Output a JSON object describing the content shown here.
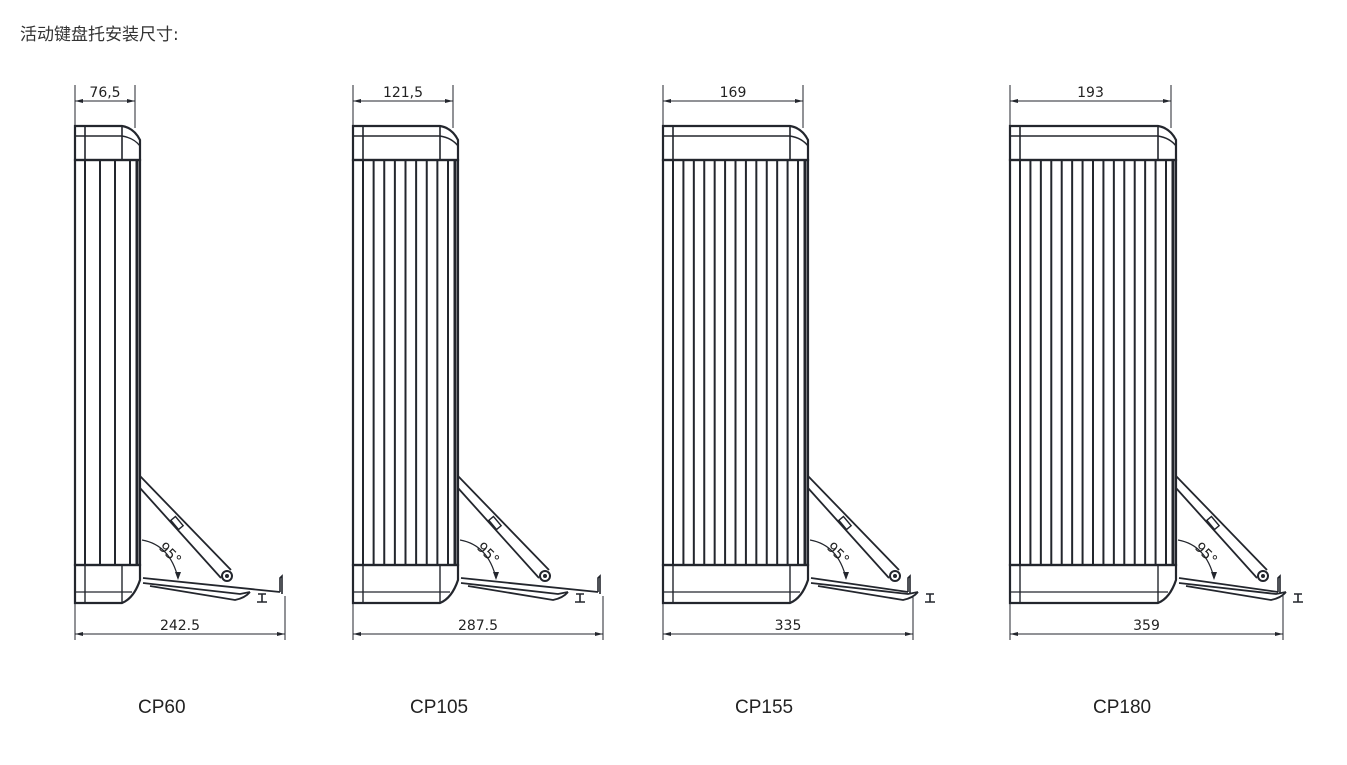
{
  "title": "活动键盘托安装尺寸:",
  "angle_label": "95°",
  "units": [
    {
      "model": "CP60",
      "top_width": "76,5",
      "total_width": "242.5"
    },
    {
      "model": "CP105",
      "top_width": "121,5",
      "total_width": "287.5"
    },
    {
      "model": "CP155",
      "top_width": "169",
      "total_width": "335"
    },
    {
      "model": "CP180",
      "top_width": "193",
      "total_width": "359"
    }
  ]
}
